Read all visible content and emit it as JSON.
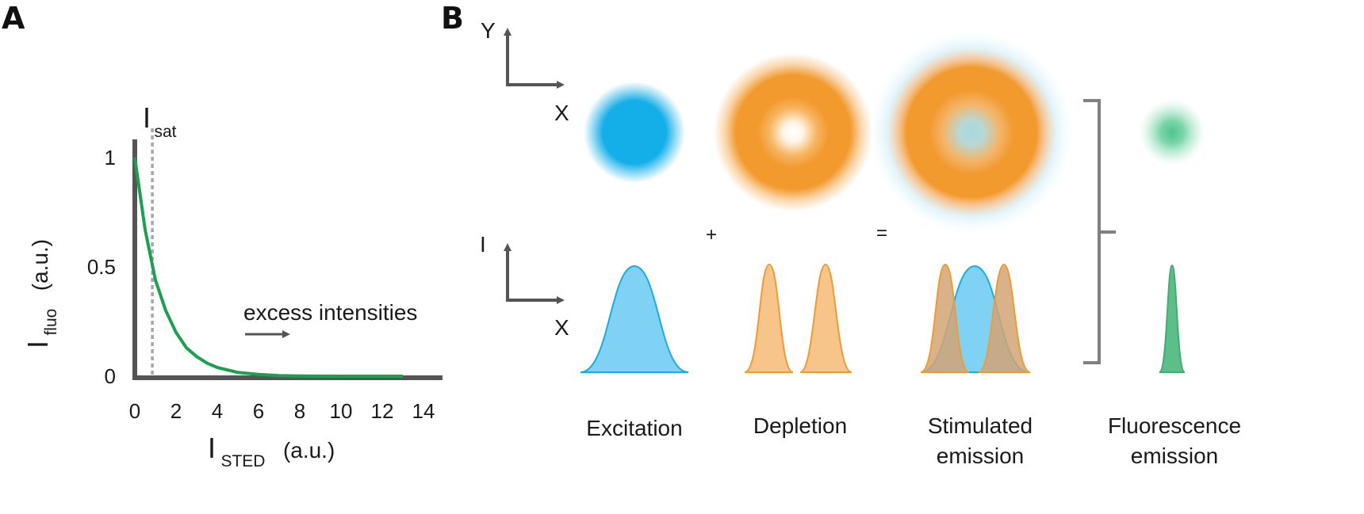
{
  "panel_a": {
    "label": "A",
    "y_label_main": "I",
    "y_label_sub": "fluo",
    "y_label_unit": "(a.u.)",
    "x_label_main": "I",
    "x_label_sub": "STED",
    "x_label_unit": "(a.u.)",
    "isat_main": "I",
    "isat_sub": "sat",
    "annotation": "excess intensities",
    "colors": {
      "curve": "#1aa150",
      "axis": "#555555",
      "sat_line": "#a6a6a6",
      "arrow": "#555555"
    }
  },
  "chart_data": {
    "type": "line",
    "x_ticks": [
      "0",
      "2",
      "4",
      "6",
      "8",
      "10",
      "12",
      "14"
    ],
    "y_ticks": [
      "0",
      "0.5",
      "1"
    ],
    "xlim": [
      0,
      15
    ],
    "ylim": [
      0,
      1
    ],
    "isat_x": 0.85,
    "series": [
      {
        "x": [
          0,
          0.5,
          1,
          1.5,
          2,
          2.5,
          3,
          3.5,
          4,
          5,
          6,
          7,
          8,
          9,
          10,
          11,
          12,
          13
        ],
        "y": [
          1,
          0.67,
          0.44,
          0.3,
          0.2,
          0.13,
          0.09,
          0.06,
          0.04,
          0.017,
          0.008,
          0.003,
          0.001,
          0.0005,
          0,
          0,
          0,
          0
        ]
      }
    ]
  },
  "panel_b": {
    "label": "B",
    "axis_y": "Y",
    "axis_x_top": "X",
    "axis_i": "I",
    "axis_x_bottom": "X",
    "plus": "+",
    "equals": "=",
    "captions": [
      {
        "line1": "Excitation",
        "line2": ""
      },
      {
        "line1": "Depletion",
        "line2": ""
      },
      {
        "line1": "Stimulated",
        "line2": "emission"
      },
      {
        "line1": "Fluorescence",
        "line2": "emission"
      }
    ],
    "colors": {
      "excitation": "#14aee8",
      "depletion": "#f29a2e",
      "fluorescence": "#4cc58a",
      "fill_blue": "#7fd2f4",
      "fill_orange": "#f7c48a",
      "fill_green": "#5cbf8a",
      "bracket": "#808080"
    }
  }
}
